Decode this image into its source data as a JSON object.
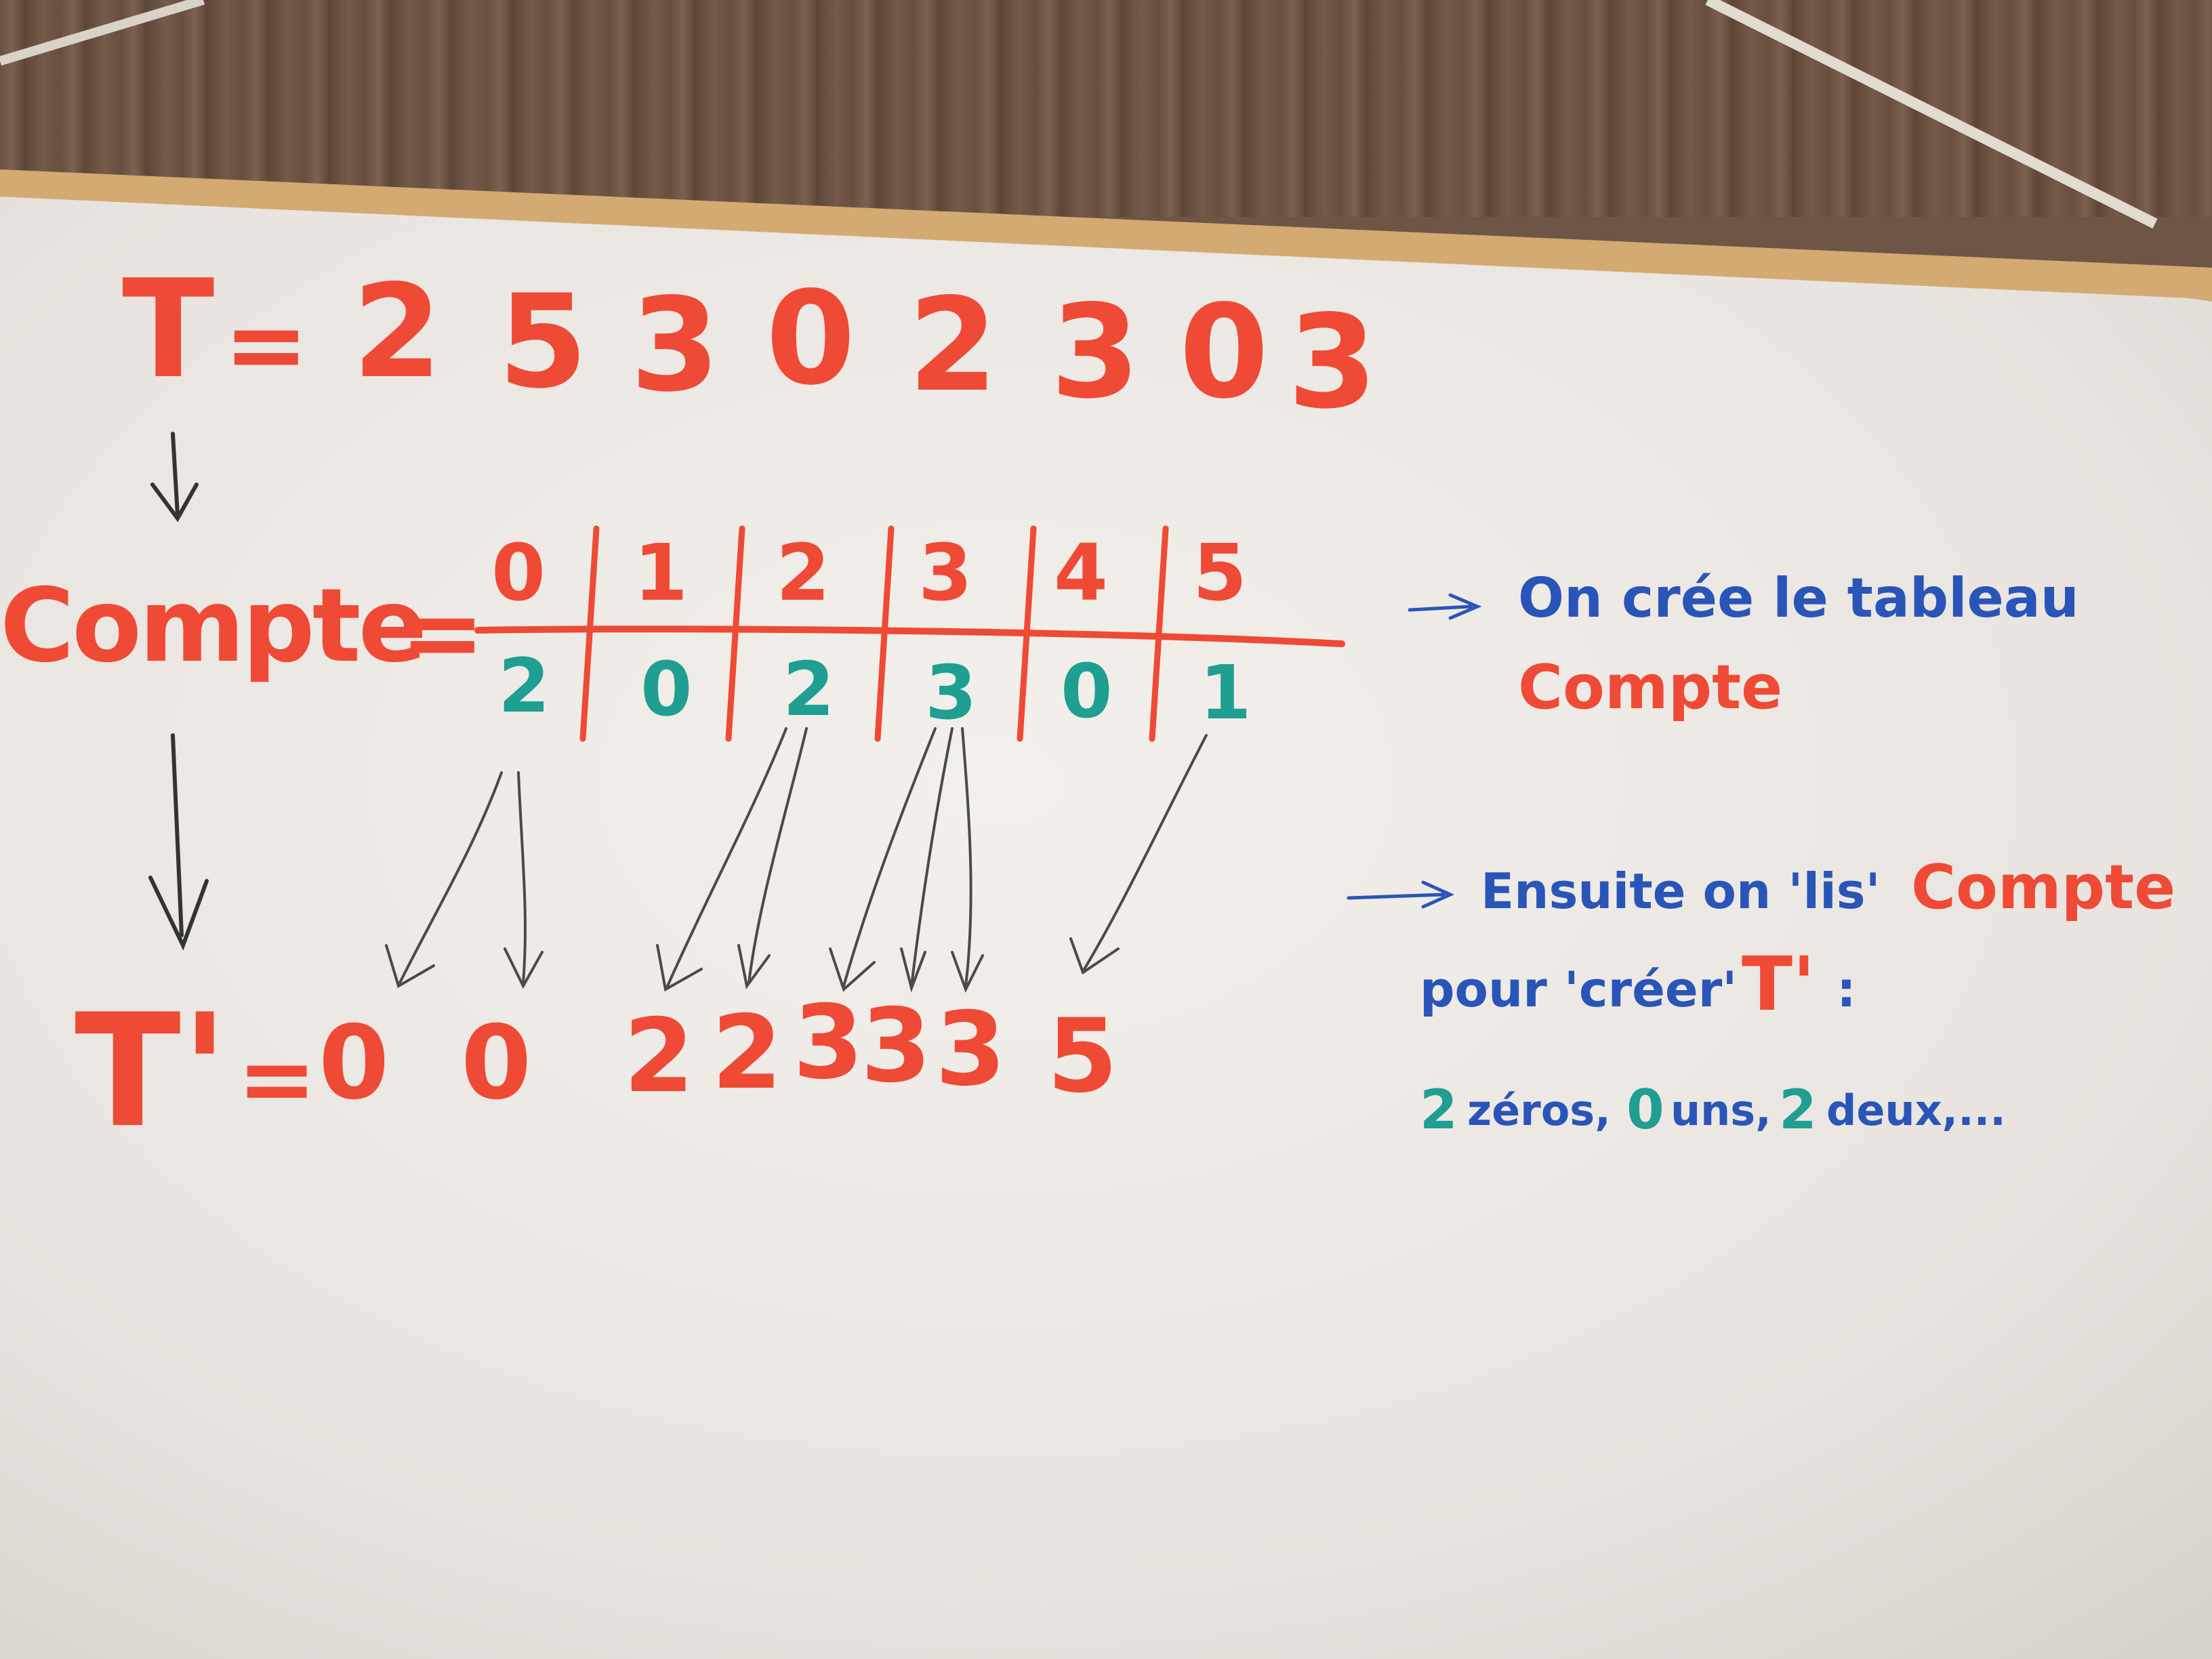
{
  "input_array": {
    "label": "T",
    "equals": "=",
    "digits": [
      "2",
      "5",
      "3",
      "0",
      "2",
      "3",
      "0",
      "3"
    ]
  },
  "count_table": {
    "label": "Compte",
    "equals": "=",
    "indices": [
      "0",
      "1",
      "2",
      "3",
      "4",
      "5"
    ],
    "counts": [
      "2",
      "0",
      "2",
      "3",
      "0",
      "1"
    ]
  },
  "output_array": {
    "label": "T'",
    "equals": "=",
    "digits": [
      "0",
      "0",
      "2",
      "2",
      "3",
      "3",
      "3",
      "5"
    ]
  },
  "note1": {
    "prefix": "On crée le tableau",
    "highlight": "Compte"
  },
  "note2": {
    "line1_prefix": "Ensuite on 'lis'",
    "line1_highlight": "Compte",
    "line2_prefix": "pour 'créer'",
    "line2_highlight": "T'",
    "line2_suffix": ":",
    "line3_items": [
      {
        "count": "2",
        "word": "zéros,"
      },
      {
        "count": "0",
        "word": "uns,"
      },
      {
        "count": "2",
        "word": "deux,..."
      }
    ]
  },
  "colors": {
    "marker_red": "#ee4a35",
    "marker_teal": "#1f9e92",
    "marker_blue": "#2a55b8",
    "marker_grey": "#4a4a4a",
    "board": "#eeeae6",
    "frame": "#d2aa72",
    "wall": "#6e5546"
  }
}
